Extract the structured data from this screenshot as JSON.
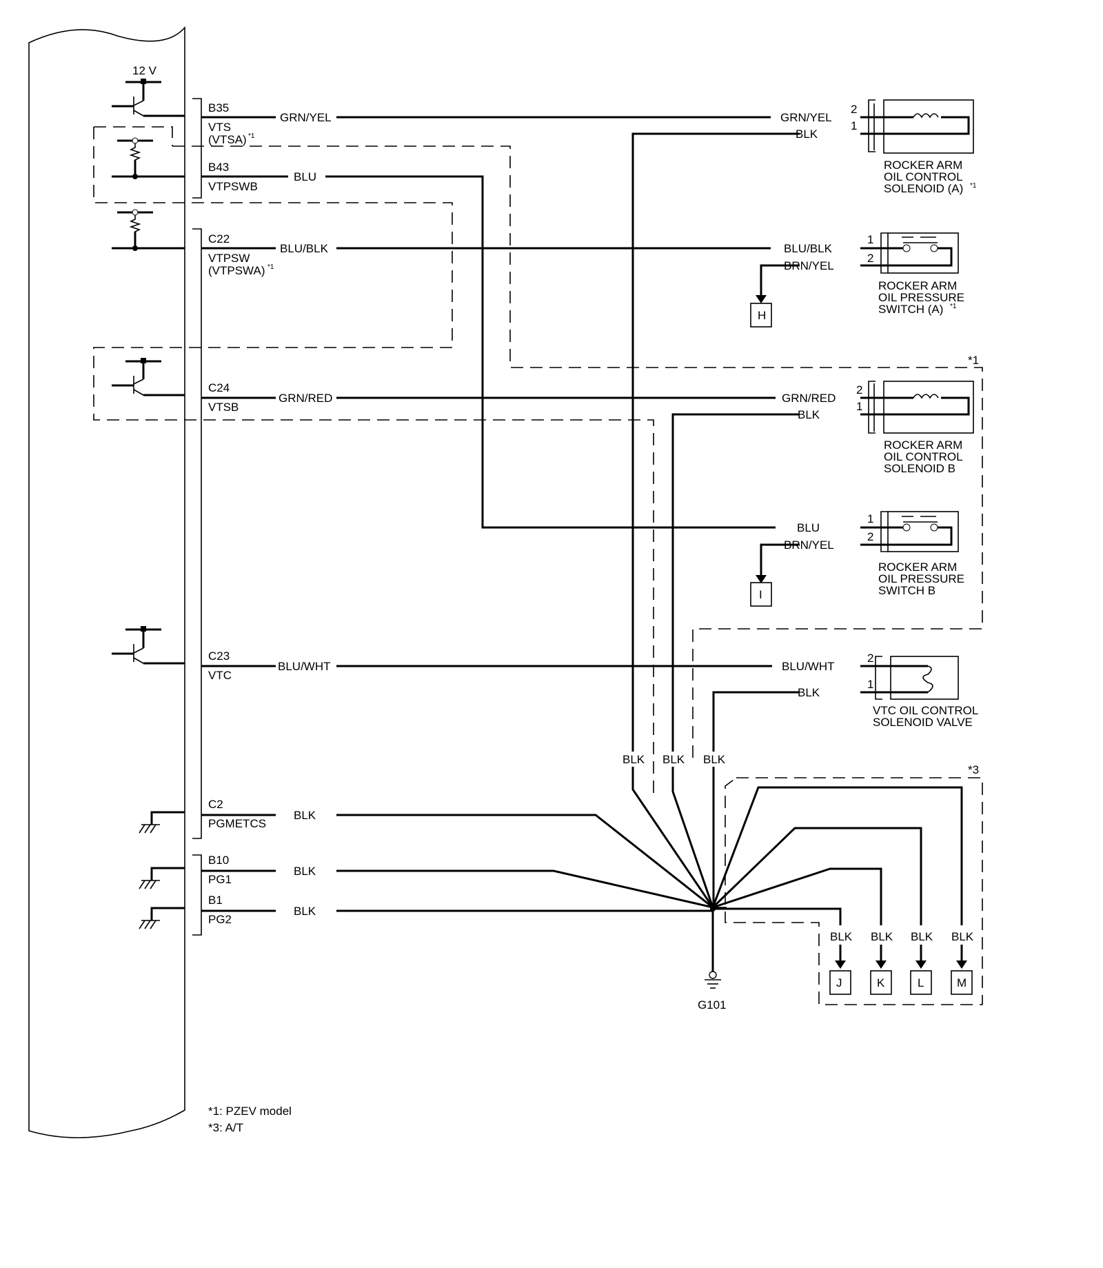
{
  "ecm": {
    "supply_label": "12 V",
    "pins": [
      {
        "pin": "B35",
        "signal": "VTS",
        "signal2": "(VTSA)",
        "note": "*1",
        "wire": "GRN/YEL"
      },
      {
        "pin": "B43",
        "signal": "VTPSWB",
        "wire": "BLU"
      },
      {
        "pin": "C22",
        "signal": "VTPSW",
        "signal2": "(VTPSWA)",
        "note": "*1",
        "wire": "BLU/BLK"
      },
      {
        "pin": "C24",
        "signal": "VTSB",
        "wire": "GRN/RED"
      },
      {
        "pin": "C23",
        "signal": "VTC",
        "wire": "BLU/WHT"
      },
      {
        "pin": "C2",
        "signal": "PGMETCS",
        "wire": "BLK"
      },
      {
        "pin": "B10",
        "signal": "PG1",
        "wire": "BLK"
      },
      {
        "pin": "B1",
        "signal": "PG2",
        "wire": "BLK"
      }
    ]
  },
  "components": [
    {
      "name_lines": [
        "ROCKER ARM",
        "OIL CONTROL",
        "SOLENOID (A)"
      ],
      "note": "*1",
      "wires": [
        {
          "pin": "2",
          "color": "GRN/YEL"
        },
        {
          "pin": "1",
          "color": "BLK"
        }
      ]
    },
    {
      "name_lines": [
        "ROCKER ARM",
        "OIL PRESSURE",
        "SWITCH (A)"
      ],
      "note": "*1",
      "wires": [
        {
          "pin": "1",
          "color": "BLU/BLK"
        },
        {
          "pin": "2",
          "color": "BRN/YEL"
        }
      ],
      "ref": "H"
    },
    {
      "name_lines": [
        "ROCKER ARM",
        "OIL CONTROL",
        "SOLENOID B"
      ],
      "wires": [
        {
          "pin": "2",
          "color": "GRN/RED"
        },
        {
          "pin": "1",
          "color": "BLK"
        }
      ]
    },
    {
      "name_lines": [
        "ROCKER ARM",
        "OIL PRESSURE",
        "SWITCH B"
      ],
      "wires": [
        {
          "pin": "1",
          "color": "BLU"
        },
        {
          "pin": "2",
          "color": "BRN/YEL"
        }
      ],
      "ref": "I"
    },
    {
      "name_lines": [
        "VTC OIL CONTROL",
        "SOLENOID VALVE"
      ],
      "wires": [
        {
          "pin": "2",
          "color": "BLU/WHT"
        },
        {
          "pin": "1",
          "color": "BLK"
        }
      ]
    }
  ],
  "ground": {
    "name": "G101",
    "vertical_labels": [
      "BLK",
      "BLK",
      "BLK"
    ],
    "at_branches": [
      {
        "wire": "BLK",
        "ref": "J"
      },
      {
        "wire": "BLK",
        "ref": "K"
      },
      {
        "wire": "BLK",
        "ref": "L"
      },
      {
        "wire": "BLK",
        "ref": "M"
      }
    ]
  },
  "region_marks": {
    "pzev": "*1",
    "at": "*3"
  },
  "footnotes": [
    "*1: PZEV model",
    "*3: A/T"
  ]
}
